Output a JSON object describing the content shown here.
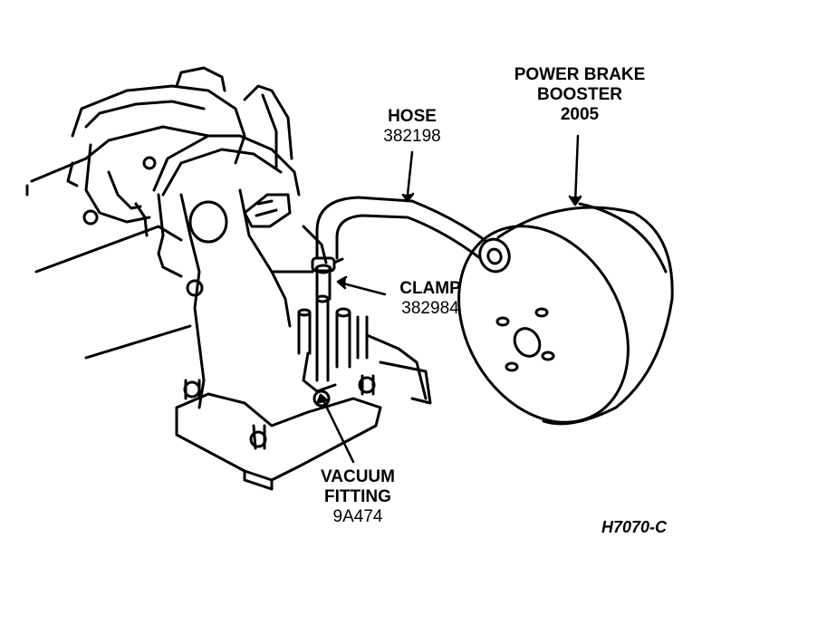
{
  "labels": {
    "booster": {
      "line1": "POWER BRAKE",
      "line2": "BOOSTER",
      "part": "2005"
    },
    "hose": {
      "name": "HOSE",
      "part": "382198"
    },
    "clamp": {
      "name": "CLAMP",
      "part": "382984"
    },
    "fitting": {
      "line1": "VACUUM",
      "line2": "FITTING",
      "part": "9A474"
    }
  },
  "figure_id": "H7070-C",
  "colors": {
    "ink": "#000000",
    "paper": "#ffffff"
  }
}
